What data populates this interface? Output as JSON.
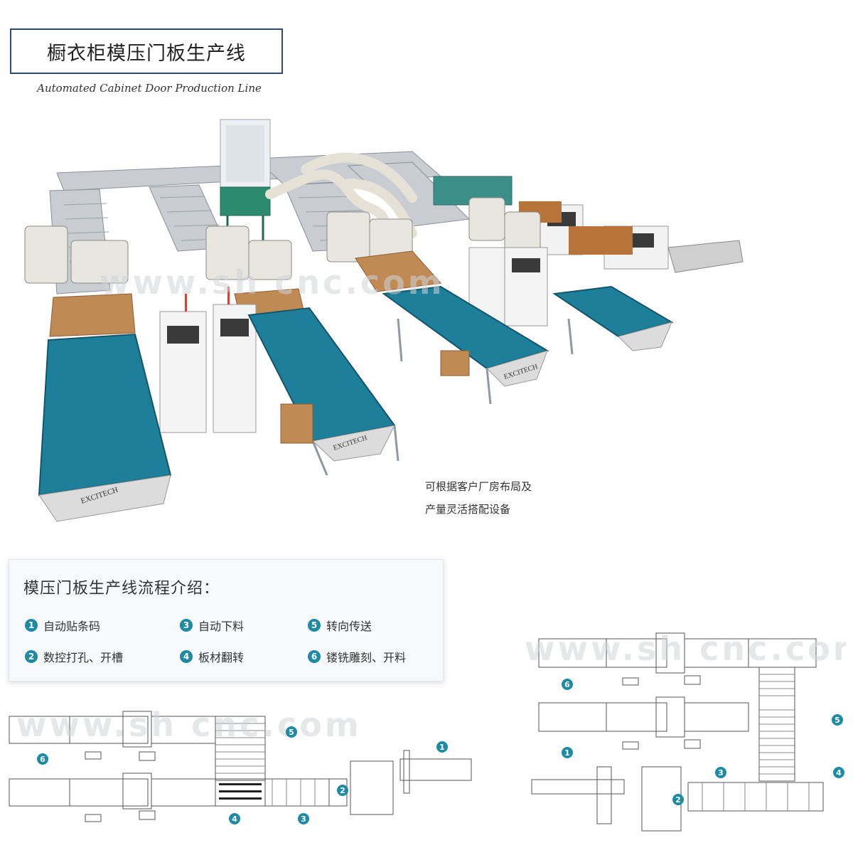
{
  "header": {
    "title": "橱衣柜模压门板生产线",
    "subtitle": "Automated Cabinet Door Production Line"
  },
  "hero": {
    "brand_label": "EXCITECH",
    "watermark": "www.sh cnc.com"
  },
  "note": {
    "line1": "可根据客户厂房布局及",
    "line2": "产量灵活搭配设备"
  },
  "flow": {
    "title": "模压门板生产线流程介绍：",
    "steps": [
      {
        "num": "1",
        "label": "自动贴条码"
      },
      {
        "num": "2",
        "label": "数控打孔、开槽"
      },
      {
        "num": "3",
        "label": "自动下料"
      },
      {
        "num": "4",
        "label": "板材翻转"
      },
      {
        "num": "5",
        "label": "转向传送"
      },
      {
        "num": "6",
        "label": "镂铣雕刻、开料"
      }
    ]
  },
  "diagram_left": {
    "watermark": "www.sh cnc.com",
    "markers": [
      "5",
      "1",
      "6",
      "2",
      "4",
      "3"
    ]
  },
  "diagram_right": {
    "watermark": "www.sh cnc.com",
    "markers": [
      "6",
      "5",
      "1",
      "3",
      "4",
      "2"
    ]
  },
  "colors": {
    "accent": "#1f8aa3",
    "conveyor": "#1d7f99",
    "title_border": "#2f4a6e"
  }
}
